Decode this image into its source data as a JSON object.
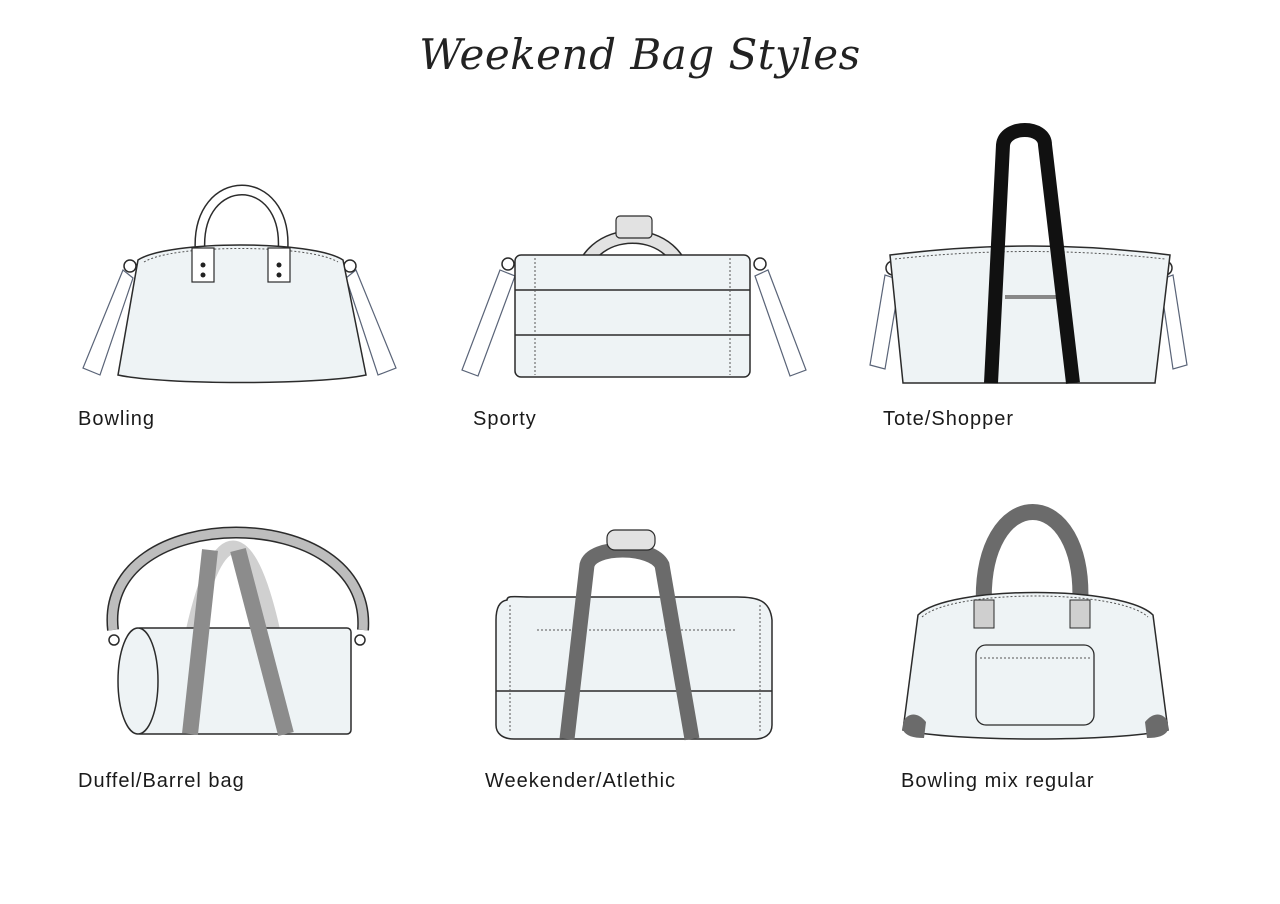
{
  "title": "Weekend Bag Styles",
  "bags": [
    {
      "label": "Bowling",
      "icon": "bowling-bag-illustration"
    },
    {
      "label": "Sporty",
      "icon": "sporty-bag-illustration"
    },
    {
      "label": "Tote/Shopper",
      "icon": "tote-shopper-bag-illustration"
    },
    {
      "label": "Duffel/Barrel bag",
      "icon": "duffel-barrel-bag-illustration"
    },
    {
      "label": "Weekender/Atlethic",
      "icon": "weekender-athletic-bag-illustration"
    },
    {
      "label": "Bowling mix regular",
      "icon": "bowling-mix-regular-bag-illustration"
    }
  ],
  "colors": {
    "bag_body": "#eef3f5",
    "outline": "#2b2b2b",
    "black_handle": "#111111",
    "gray_handle": "#6b6b6b",
    "light_gray": "#e2e2e2"
  }
}
